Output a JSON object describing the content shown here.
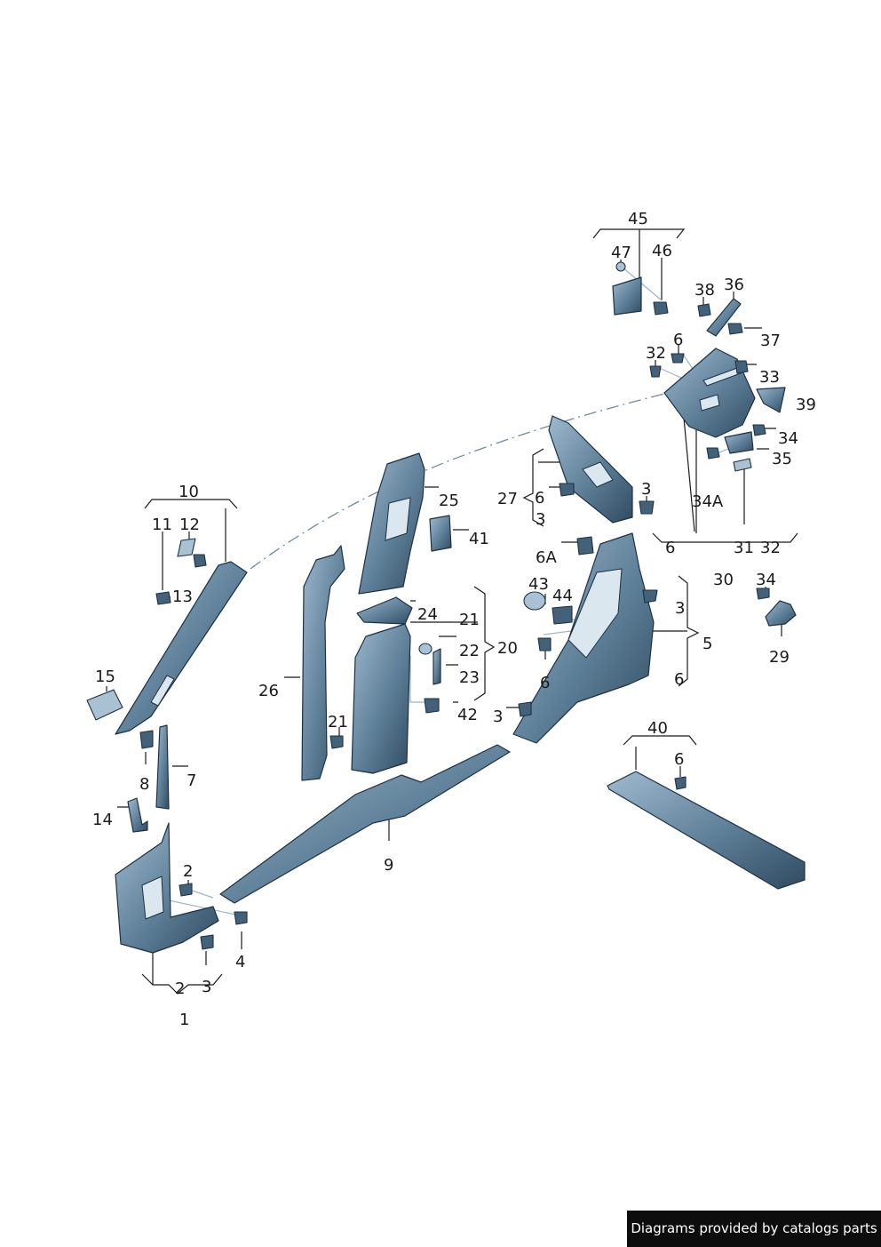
{
  "labels": [
    "45",
    "47",
    "46",
    "38",
    "36",
    "37",
    "6",
    "32",
    "33",
    "39",
    "34",
    "35",
    "34A",
    "27",
    "6",
    "3",
    "3",
    "25",
    "41",
    "10",
    "11",
    "12",
    "13",
    "15",
    "26",
    "24",
    "21",
    "22",
    "23",
    "20",
    "42",
    "21",
    "6A",
    "43",
    "44",
    "3",
    "5",
    "6",
    "6",
    "3",
    "6",
    "31",
    "32",
    "30",
    "34",
    "29",
    "8",
    "7",
    "14",
    "9",
    "40",
    "6",
    "2",
    "4",
    "2",
    "3",
    "1"
  ],
  "footer": "Diagrams provided by catalogs parts"
}
